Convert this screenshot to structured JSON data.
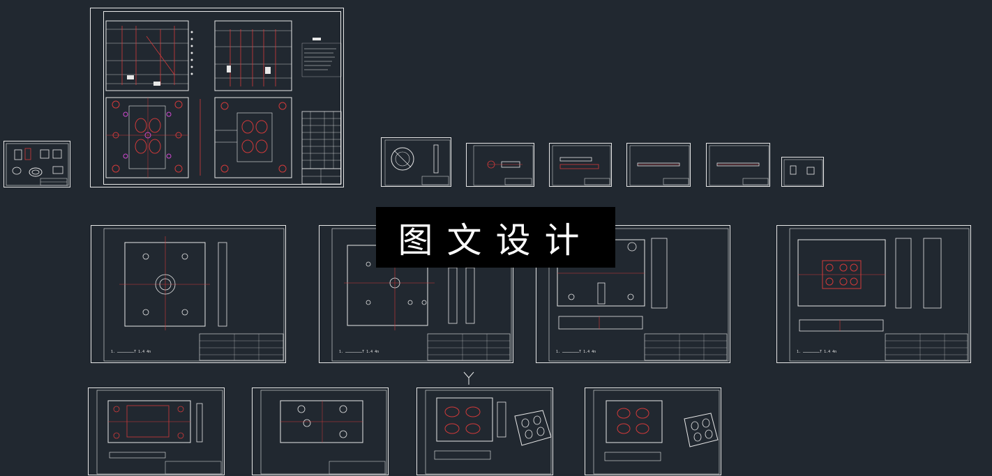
{
  "watermark": {
    "text": "图文设计"
  },
  "viewport": {
    "background": "#212830",
    "line_color": "#e8e8e8",
    "accent_red": "#d23a3a",
    "accent_magenta": "#d24ad2"
  },
  "sheets": [
    {
      "id": "assembly-drawing",
      "title_block_note": ""
    },
    {
      "id": "part-drawing-mold-base",
      "title_block_note": ""
    },
    {
      "id": "small-part-1"
    },
    {
      "id": "small-part-2"
    },
    {
      "id": "small-part-3"
    },
    {
      "id": "small-part-4"
    },
    {
      "id": "small-part-5"
    },
    {
      "id": "small-part-6"
    },
    {
      "id": "plate-drawing-1",
      "note": "1. ……………………T 1.4 4n"
    },
    {
      "id": "plate-drawing-2",
      "note": "1. ……………………T 1.4 4n"
    },
    {
      "id": "plate-drawing-3",
      "note": "1. ……………………T 1.4 4n"
    },
    {
      "id": "plate-drawing-4",
      "note": "1. ……………………T 1.4 4n"
    },
    {
      "id": "cavity-drawing-1"
    },
    {
      "id": "cavity-drawing-2"
    },
    {
      "id": "cavity-drawing-3"
    },
    {
      "id": "cavity-drawing-4"
    }
  ]
}
